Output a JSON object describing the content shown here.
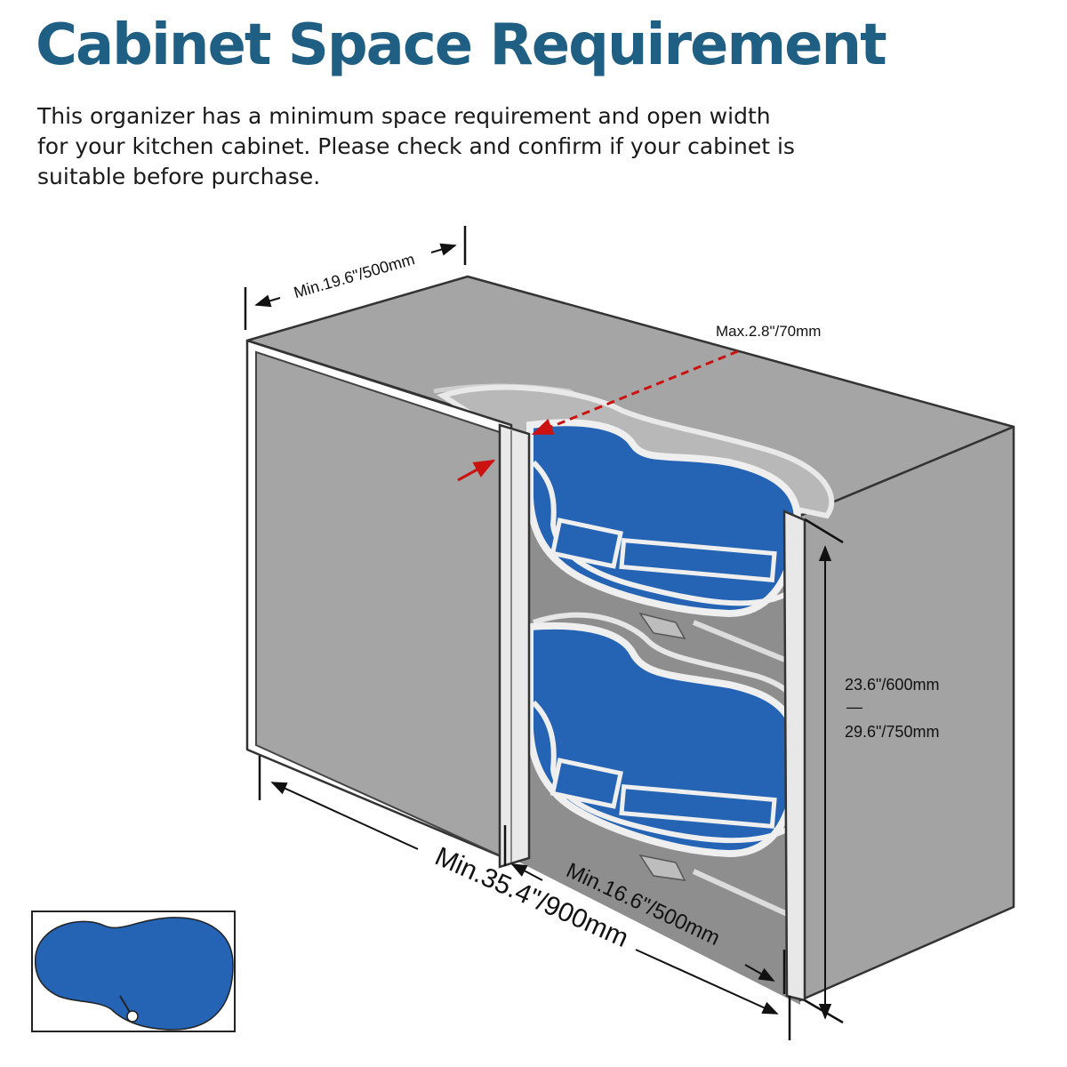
{
  "title": "Cabinet Space Requirement",
  "description": "This organizer has a minimum space requirement and open width for your kitchen cabinet. Please check and confirm if your cabinet is suitable before purchase.",
  "dimensions": {
    "cabinet_depth": "Min.19.6\"/500mm",
    "door_gap": "Max.2.8\"/70mm",
    "height_min": "23.6\"/600mm",
    "height_separator": "—",
    "height_max": "29.6\"/750mm",
    "cabinet_width": "Min.35.4\"/900mm",
    "opening_width": "Min.16.6\"/500mm"
  },
  "colors": {
    "title": "#1f5f83",
    "cabinet": "#a4a4a4",
    "shelf_mat": "#2563b4",
    "gap_arrow": "#cc1111"
  }
}
